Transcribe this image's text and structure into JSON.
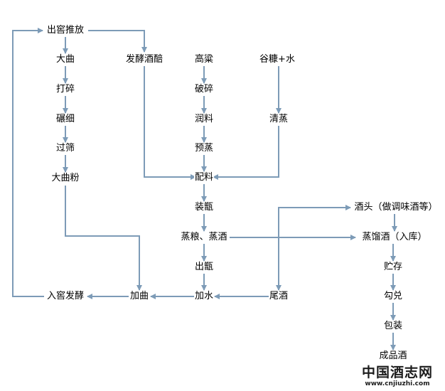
{
  "diagram": {
    "line_color": "#7d9bb7",
    "nodes": {
      "chujiao_paifang": "出窖推放",
      "daqu": "大曲",
      "dasui": "打碎",
      "nianxi": "碾细",
      "guoshai": "过筛",
      "daqufen": "大曲粉",
      "fajiao_jiupei": "发酵酒醅",
      "gaoliang": "高粱",
      "posui": "破碎",
      "runliao": "润料",
      "yuzheng": "预蒸",
      "gukang_shui": "谷糠+水",
      "qingzheng": "清蒸",
      "peiliao": "配料",
      "zhuangzeng": "装甑",
      "zhengliang_zhengjiu": "蒸粮、蒸酒",
      "chuzeng": "出甑",
      "jiashui": "加水",
      "jiaqu": "加曲",
      "rujiao_fajiao": "入窖发酵",
      "weijiu": "尾酒",
      "jiutou": "酒头（做调味酒等）",
      "zhengliujiu": "蒸馏酒（入库）",
      "zhucun": "贮存",
      "goudui": "勾兑",
      "baozhuang": "包装",
      "chengpinjiu": "成品酒"
    }
  },
  "watermark": {
    "title": "中国酒志网",
    "url": "www.cnjiuzhi.com"
  }
}
